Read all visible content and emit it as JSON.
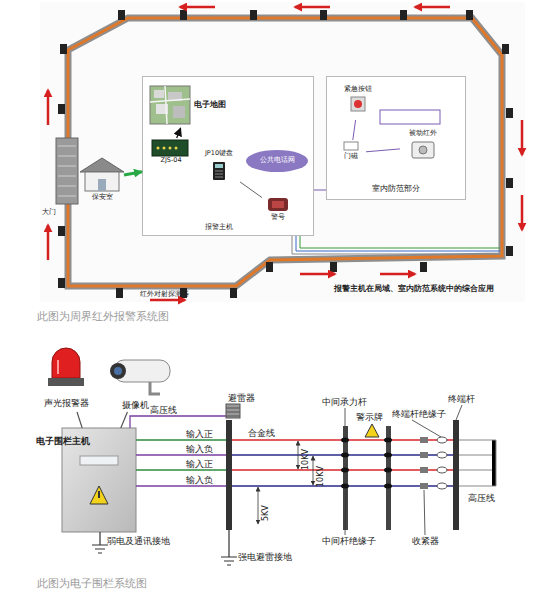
{
  "diagram": {
    "nodes": [
      {
        "text": [
          "保安室"
        ]
      },
      {
        "text": [
          "报警主机"
        ]
      },
      {
        "text": [
          "电子地图"
        ],
        "in": 1
      },
      {
        "text": [
          "ZJS-04"
        ],
        "in": 1
      },
      {
        "text": [
          "JP10键盘"
        ],
        "in": 1
      },
      {
        "text": [
          "公共电话网"
        ],
        "in": 1
      },
      {
        "text": [
          "警号"
        ],
        "in": 1
      },
      {
        "text": [
          "室内防范部分"
        ]
      },
      {
        "text": [
          "紧急按钮"
        ],
        "in": 7
      },
      {
        "text": [
          "门磁"
        ],
        "in": 7
      },
      {
        "text": [
          "被动红外"
        ],
        "in": 7
      },
      {
        "text": [
          "声光报警器"
        ]
      },
      {
        "text": [
          "摄像机"
        ]
      },
      {
        "text": [
          "电子围栏主机"
        ]
      }
    ],
    "edges": [
      {
        "from": 0,
        "to": 1,
        "arrow": "to"
      },
      {
        "from": 3,
        "to": 2,
        "arrow": "to"
      },
      {
        "from": 4,
        "to": 6,
        "arrow": "none"
      },
      {
        "from": 8,
        "to": 9,
        "arrow": "none"
      },
      {
        "from": 9,
        "to": 10,
        "arrow": "none"
      },
      {
        "from": 13,
        "to": 11,
        "arrow": "none"
      },
      {
        "from": 13,
        "to": 12,
        "arrow": "none"
      }
    ],
    "labels": [
      "大门",
      "红外对射探测器",
      "报警主机在局域、室内防范系统中的综合应用",
      "此图为周界红外报警系统图",
      "输入正",
      "高压线",
      "输入负",
      "输入正",
      "输入负",
      "避雷器",
      "合金线",
      "中间承力杆",
      "警示牌",
      "终端杆绝缘子",
      "终端杆",
      "10KV",
      "10KV",
      "5KV",
      "高压线",
      "中间杆绝缘子",
      "收紧器",
      "弱电及通讯接地",
      "强电避雷接地",
      "此图为电子围栏系统图"
    ]
  }
}
